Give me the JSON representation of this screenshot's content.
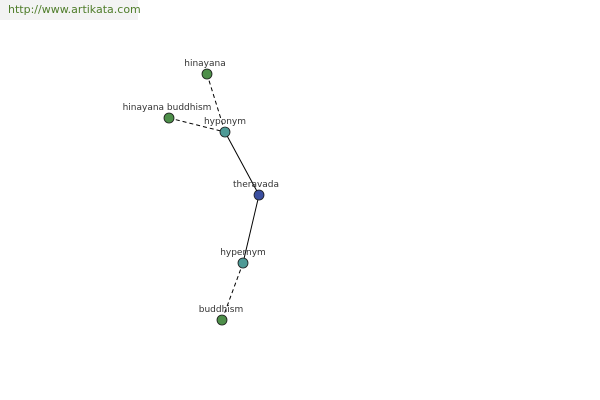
{
  "banner": {
    "url_text": "http://www.artikata.com"
  },
  "colors": {
    "leaf_node": "#4e8f4a",
    "relation_node": "#4e9a96",
    "center_node": "#3b4fa0",
    "edge": "#000000",
    "banner_text": "#4f7d2a"
  },
  "graph": {
    "nodes": [
      {
        "id": "hinayana",
        "label": "hinayana",
        "role": "leaf"
      },
      {
        "id": "hinayana-buddhism",
        "label": "hinayana buddhism",
        "role": "leaf"
      },
      {
        "id": "hyponym",
        "label": "hyponym",
        "role": "relation"
      },
      {
        "id": "theravada",
        "label": "theravada",
        "role": "center"
      },
      {
        "id": "hypernym",
        "label": "hypernym",
        "role": "relation"
      },
      {
        "id": "buddhism",
        "label": "buddhism",
        "role": "leaf"
      }
    ],
    "edges": [
      {
        "from": "hinayana",
        "to": "hyponym",
        "style": "dashed"
      },
      {
        "from": "hinayana-buddhism",
        "to": "hyponym",
        "style": "dashed"
      },
      {
        "from": "hyponym",
        "to": "theravada",
        "style": "solid"
      },
      {
        "from": "theravada",
        "to": "hypernym",
        "style": "solid"
      },
      {
        "from": "hypernym",
        "to": "buddhism",
        "style": "dashed"
      }
    ]
  }
}
